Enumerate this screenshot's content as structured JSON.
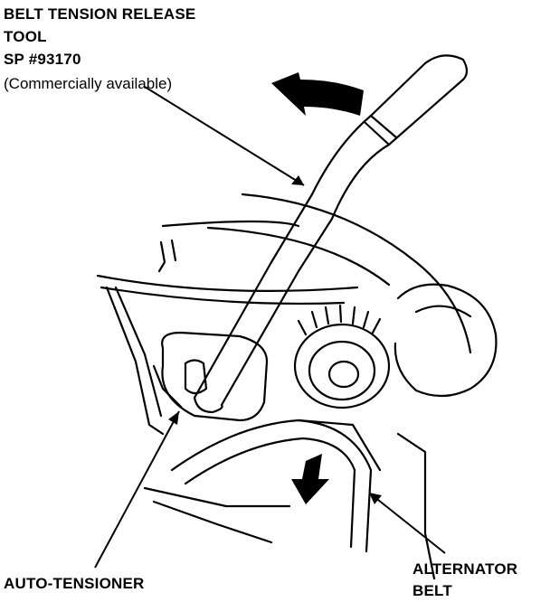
{
  "labels": {
    "tool_line1": "BELT TENSION RELEASE",
    "tool_line2": "TOOL",
    "tool_line3": "SP #93170",
    "tool_line4": "(Commercially available)",
    "auto_tensioner": "AUTO-TENSIONER",
    "alternator_line1": "ALTERNATOR",
    "alternator_line2": "BELT"
  },
  "colors": {
    "ink": "#000000",
    "paper": "#ffffff"
  }
}
